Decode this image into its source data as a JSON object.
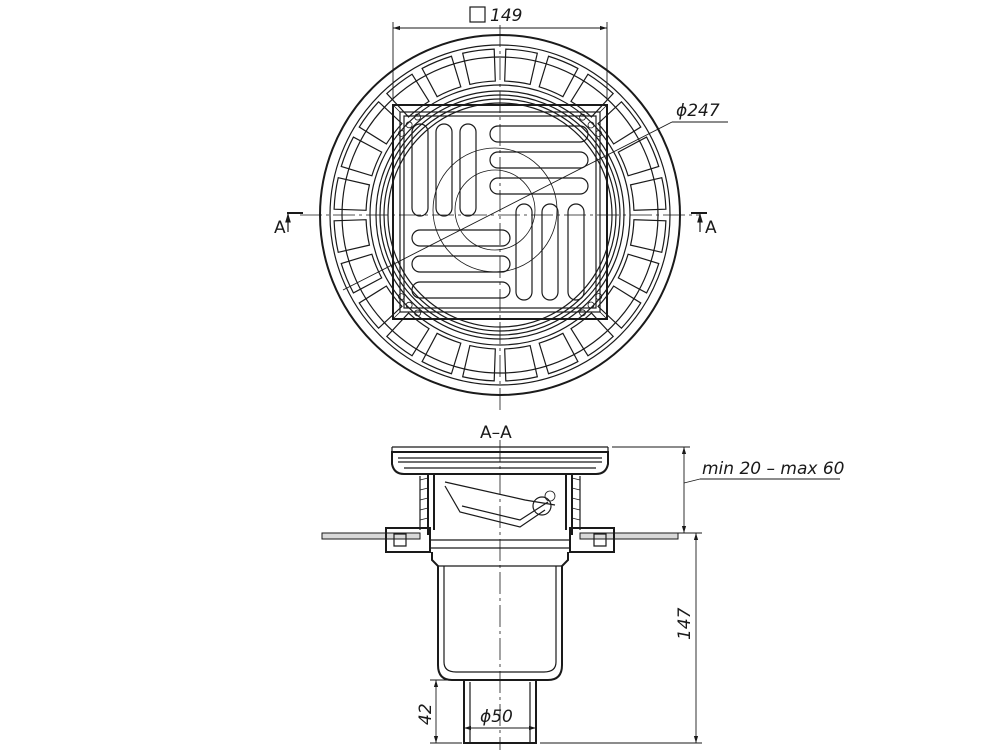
{
  "plan_view": {
    "square_dim": "149",
    "diameter_dim": "ϕ247",
    "section_mark_left": "A",
    "section_mark_right": "A"
  },
  "section_view": {
    "title": "A–A",
    "adjust_range": "min 20 – max 60",
    "height_dim": "147",
    "spigot_length_dim": "42",
    "outlet_diameter_dim": "ϕ50"
  }
}
